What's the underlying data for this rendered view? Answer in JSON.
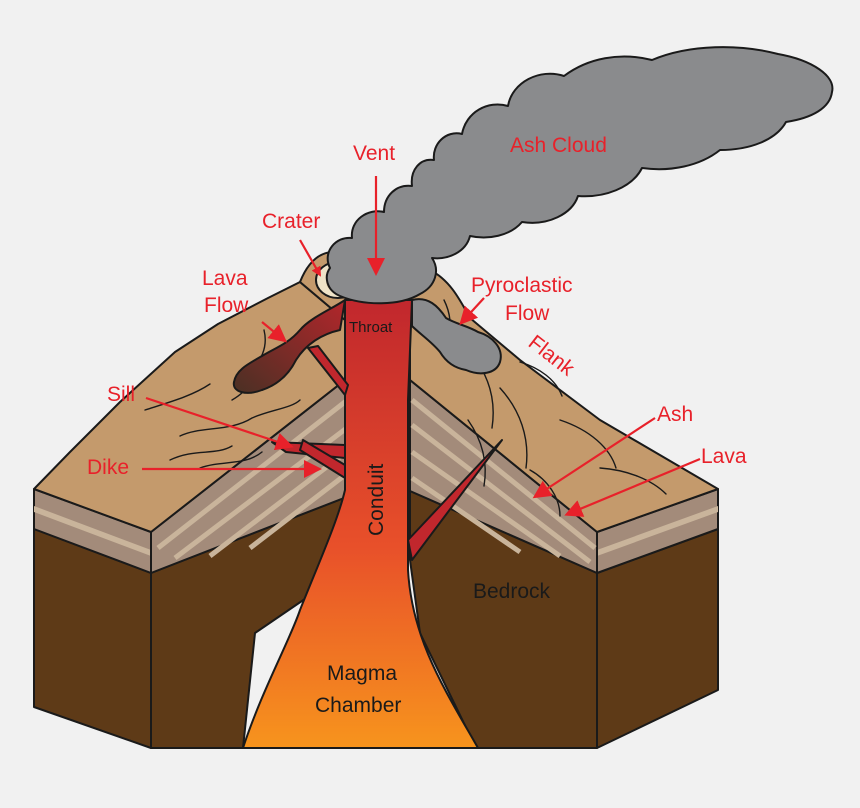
{
  "labels": {
    "ash_cloud": "Ash Cloud",
    "vent": "Vent",
    "crater": "Crater",
    "lava_flow_line1": "Lava",
    "lava_flow_line2": "Flow",
    "pyroclastic_line1": "Pyroclastic",
    "pyroclastic_line2": "Flow",
    "flank": "Flank",
    "throat": "Throat",
    "sill": "Sill",
    "dike": "Dike",
    "ash": "Ash",
    "lava": "Lava",
    "conduit": "Conduit",
    "bedrock": "Bedrock",
    "magma_line1": "Magma",
    "magma_line2": "Chamber"
  },
  "colors": {
    "label_red": "#e8212a",
    "ash_gray": "#8a8b8d",
    "land_tan": "#c49a6c",
    "bedrock_brown": "#5e3a17",
    "magma_top": "#c1272d",
    "magma_bottom": "#f7941d"
  }
}
